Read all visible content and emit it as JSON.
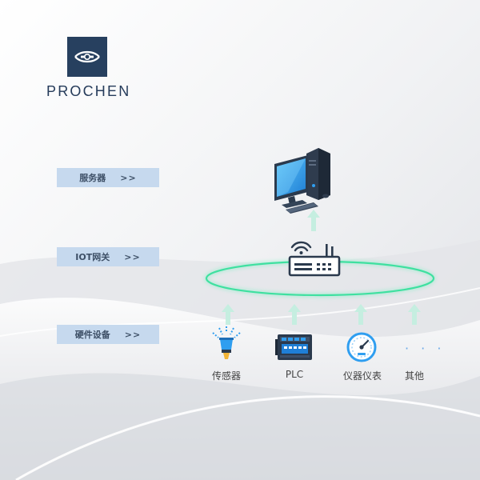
{
  "brand": {
    "name": "PROCHEN",
    "logo_icon": "eye-emblem-icon",
    "logo_color": "#27405f"
  },
  "layers": [
    {
      "label": "服务器",
      "arrow": ">>"
    },
    {
      "label": "IOT网关",
      "arrow": ">>"
    },
    {
      "label": "硬件设备",
      "arrow": ">>"
    }
  ],
  "devices": [
    {
      "label": "传感器",
      "icon": "sensor-icon"
    },
    {
      "label": "PLC",
      "icon": "plc-icon"
    },
    {
      "label": "仪器仪表",
      "icon": "gauge-icon"
    },
    {
      "label": "其他",
      "icon": "more-dots-icon",
      "symbol": "· · ·"
    }
  ],
  "colors": {
    "label_bg": "#c6d9ee",
    "ring": "#3fe0a0",
    "accent_blue": "#2f9ef0",
    "arrow": "#c5eee0"
  }
}
